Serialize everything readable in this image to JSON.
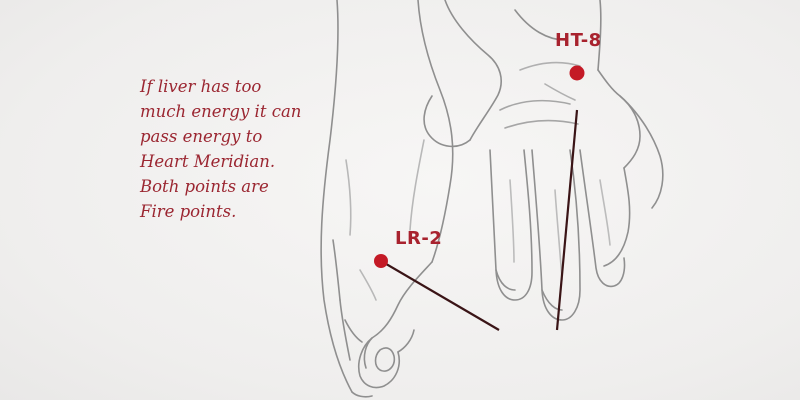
{
  "note": {
    "lines": [
      "If liver has too",
      "much energy it can",
      "pass energy to",
      "Heart Meridian.",
      "Both points are",
      "Fire points."
    ]
  },
  "points": {
    "heart": {
      "label": "HT-8"
    },
    "liver": {
      "label": "LR-2"
    }
  },
  "colors": {
    "text": "#9b2631",
    "point": "#c41a26",
    "sketch": "#8f8f8f",
    "leader": "#3a1416"
  },
  "icons": [
    "foot-sketch",
    "hand-sketch",
    "acupoint-dot"
  ]
}
